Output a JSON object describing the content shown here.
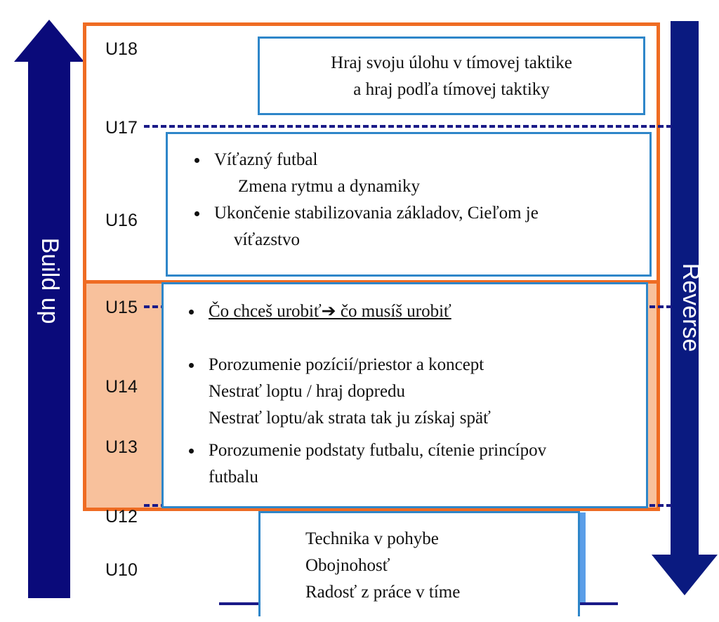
{
  "arrows": {
    "left": {
      "label": "Build up",
      "color": "#0a0a7a"
    },
    "right": {
      "label": "Reverse",
      "color": "#0a1a80"
    }
  },
  "ages": [
    "U18",
    "U17",
    "U16",
    "U15",
    "U14",
    "U13",
    "U12",
    "U10"
  ],
  "boxes": {
    "top": {
      "lines": [
        "Hraj svoju úlohu  v tímovej taktike",
        "a hraj podľa tímovej taktiky"
      ]
    },
    "second": {
      "b1_line1": "Víťazný futbal",
      "b1_line2": "Zmena rytmu a dynamiky",
      "b2_line1": "Ukončenie stabilizovania základov, Cieľom je",
      "b2_line2": "víťazstvo"
    },
    "third": {
      "b1_text": "Čo chceš urobiť➔ čo musíš urobiť",
      "b2_line1": "Porozumenie pozícií/priestor a koncept",
      "b2_line2": "Nestrať loptu / hraj dopredu",
      "b2_line3": "Nestrať loptu/ak strata tak ju získaj späť",
      "b3_line1": "Porozumenie podstaty futbalu, cítenie princípov",
      "b3_line2": "futbalu"
    },
    "bottom": {
      "lines": [
        "Technika v pohybe",
        "Obojnohosť",
        "Radosť z práce v tíme"
      ]
    }
  },
  "colors": {
    "orange_frame": "#ef6c23",
    "shade": "#f8c19c",
    "box_border": "#2e86c9",
    "dash": "#1a1a88"
  }
}
